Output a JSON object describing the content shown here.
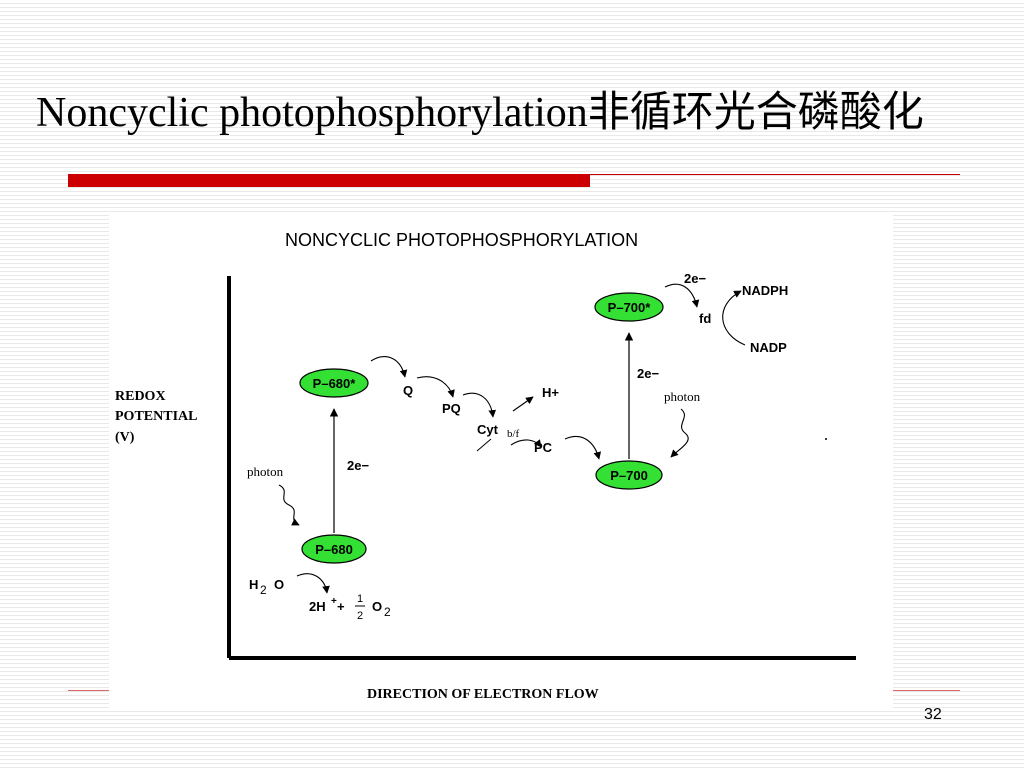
{
  "slide": {
    "title": "Noncyclic photophosphorylation非循环光合磷酸化",
    "page_number": "32"
  },
  "colors": {
    "accent_red": "#cc0000",
    "node_green": "#33e033"
  },
  "diagram": {
    "heading": "NONCYCLIC PHOTOPHOSPHORYLATION",
    "y_axis_label": [
      "REDOX",
      "POTENTIAL",
      "(V)"
    ],
    "x_axis_label": "DIRECTION OF ELECTRON FLOW",
    "nodes": {
      "p680_excited": "P–680*",
      "p680": "P–680",
      "p700_excited": "P–700*",
      "p700": "P–700"
    },
    "carriers": {
      "q": "Q",
      "pq": "PQ",
      "cyt": "Cyt",
      "cyt_sub": "b/f",
      "pc": "PC",
      "fd": "fd",
      "nadph": "NADPH",
      "nadp": "NADP",
      "h_plus": "H+"
    },
    "labels": {
      "two_e_ps2": "2e−",
      "two_e_ps1": "2e−",
      "two_e_top": "2e−",
      "photon_left": "photon",
      "photon_right": "photon"
    },
    "water": {
      "h": "H",
      "h_sub": "2",
      "o": "O",
      "product_h": "2H",
      "product_plus": "+",
      "product_plus2": "+",
      "half_num": "1",
      "half_den": "2",
      "o2": "O",
      "o2_sub": "2"
    }
  }
}
